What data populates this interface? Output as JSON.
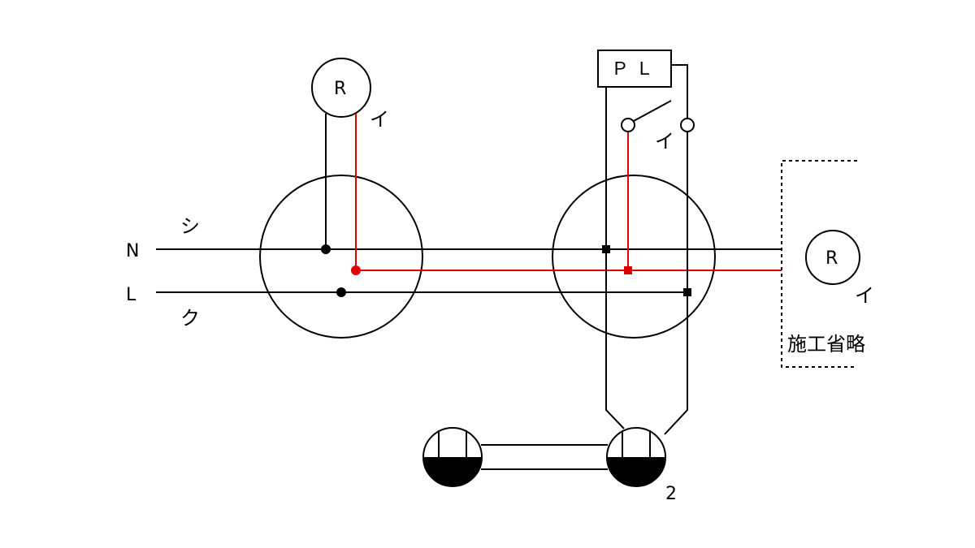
{
  "labels": {
    "neutral": "N",
    "line": "L",
    "neutral_wire_code": "シ",
    "line_wire_code": "ク",
    "lamp_left": "R",
    "lamp_left_code": "イ",
    "pilot_lamp": "ＰＬ",
    "switch_code": "イ",
    "lamp_right": "R",
    "lamp_right_code": "イ",
    "omitted_note": "施工省略",
    "outlet_count": "2"
  },
  "colors": {
    "wire": "#000000",
    "switched_wire": "#e00000",
    "background": "#ffffff"
  }
}
